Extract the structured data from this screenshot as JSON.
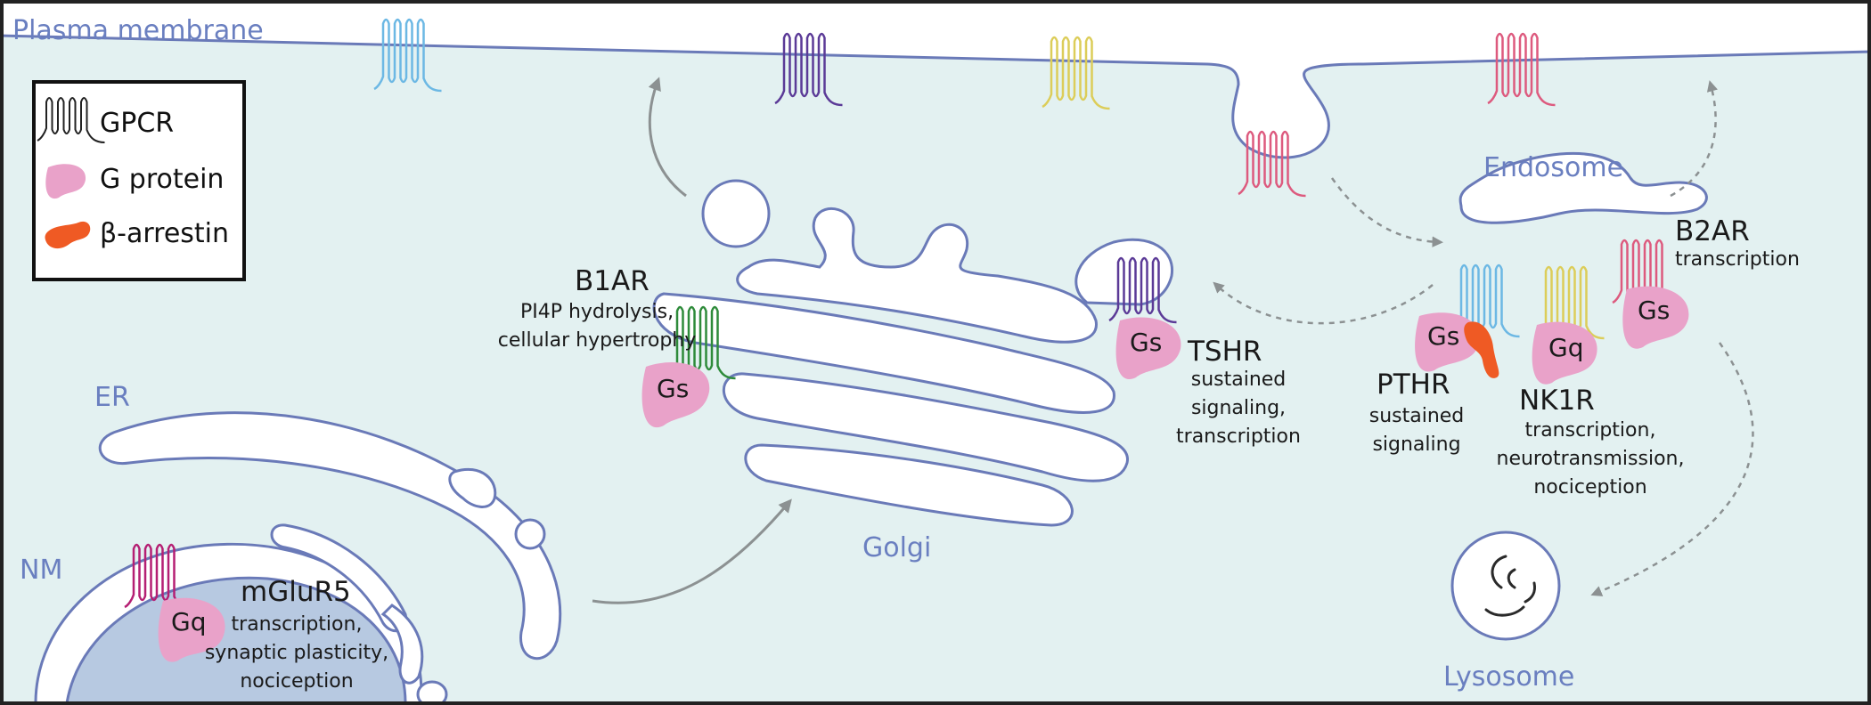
{
  "regions": {
    "plasma_membrane": "Plasma membrane",
    "er": "ER",
    "nm": "NM",
    "golgi": "Golgi",
    "endosome": "Endosome",
    "lysosome": "Lysosome"
  },
  "legend": {
    "gpcr": "GPCR",
    "g_protein": "G protein",
    "arrestin": "β-arrestin"
  },
  "receptors": {
    "b1ar": {
      "name": "B1AR",
      "desc": [
        "PI4P hydrolysis,",
        "cellular hypertrophy"
      ],
      "g": "Gs"
    },
    "tshr": {
      "name": "TSHR",
      "desc": [
        "sustained",
        "signaling,",
        "transcription"
      ],
      "g": "Gs"
    },
    "pthr": {
      "name": "PTHR",
      "desc": [
        "sustained",
        "signaling"
      ],
      "g": "Gs"
    },
    "nk1r": {
      "name": "NK1R",
      "desc": [
        "transcription,",
        "neurotransmission,",
        "nociception"
      ],
      "g": "Gq"
    },
    "b2ar": {
      "name": "B2AR",
      "desc": [
        "transcription"
      ],
      "g": "Gs"
    },
    "mglur5": {
      "name": "mGluR5",
      "desc": [
        "transcription,",
        "synaptic plasticity,",
        "nociception"
      ],
      "g": "Gq"
    }
  },
  "colors": {
    "cytoplasm": "#e3f1f1",
    "membrane": "#6a7ab8",
    "nucleus": "#b7c9e1",
    "g_protein": "#e9a2c9",
    "arrestin": "#ef5a24",
    "arrow": "#8c9192",
    "gpcr_blue": "#6cb8e4",
    "gpcr_purple": "#5b3a97",
    "gpcr_yellow": "#dccd59",
    "gpcr_pink": "#dd5a7e",
    "gpcr_green": "#2e8b3a",
    "gpcr_magenta": "#b51f73"
  }
}
